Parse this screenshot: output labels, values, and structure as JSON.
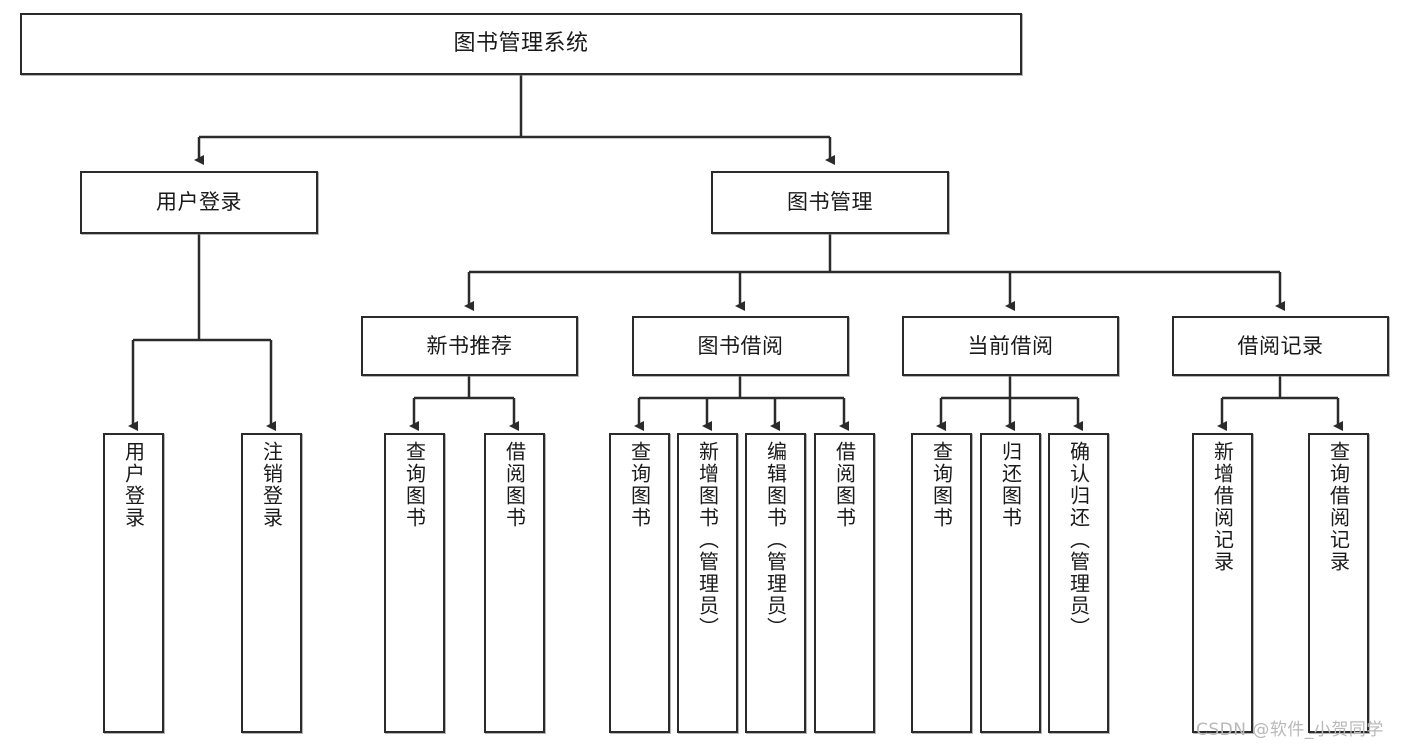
{
  "diagram": {
    "title": "图书管理系统",
    "type": "tree-hierarchy",
    "orientation": "top-down",
    "colors": {
      "box_border": "#2b2b2b",
      "box_fill": "#ffffff",
      "edge": "#2b2b2b",
      "watermark": "#b9b9b9",
      "background": "#ffffff"
    }
  },
  "nodes": {
    "root": {
      "label": "图书管理系统"
    },
    "level2": [
      {
        "id": "user-login",
        "label": "用户登录"
      },
      {
        "id": "book-management",
        "label": "图书管理"
      }
    ],
    "level3": [
      {
        "id": "new-book-recommend",
        "label": "新书推荐"
      },
      {
        "id": "book-borrow",
        "label": "图书借阅"
      },
      {
        "id": "current-borrow",
        "label": "当前借阅"
      },
      {
        "id": "borrow-record",
        "label": "借阅记录"
      }
    ],
    "leaves": {
      "user-login": [
        {
          "id": "leaf-user-login",
          "label": "用户登录"
        },
        {
          "id": "leaf-logout-login",
          "label": "注销登录"
        }
      ],
      "new-book-recommend": [
        {
          "id": "leaf-query-book-1",
          "label": "查询图书"
        },
        {
          "id": "leaf-borrow-book-1",
          "label": "借阅图书"
        }
      ],
      "book-borrow": [
        {
          "id": "leaf-query-book-2",
          "label": "查询图书"
        },
        {
          "id": "leaf-add-book",
          "label": "新增图书（管理员）"
        },
        {
          "id": "leaf-edit-book",
          "label": "编辑图书（管理员）"
        },
        {
          "id": "leaf-borrow-book-2",
          "label": "借阅图书"
        }
      ],
      "current-borrow": [
        {
          "id": "leaf-query-book-3",
          "label": "查询图书"
        },
        {
          "id": "leaf-return-book",
          "label": "归还图书"
        },
        {
          "id": "leaf-confirm-return",
          "label": "确认归还（管理员）"
        }
      ],
      "borrow-record": [
        {
          "id": "leaf-add-record",
          "label": "新增借阅记录"
        },
        {
          "id": "leaf-query-record",
          "label": "查询借阅记录"
        }
      ]
    }
  },
  "watermark": {
    "text": "CSDN @软件_小贺同学"
  }
}
